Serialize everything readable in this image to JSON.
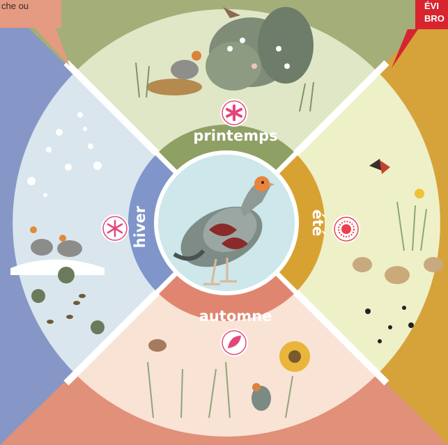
{
  "callouts": {
    "top_left": "che ou",
    "top_right_line1": "ÉVI",
    "top_right_line2": "BRO"
  },
  "seasons": {
    "spring": {
      "label": "printemps",
      "icon": "flower-icon"
    },
    "summer": {
      "label": "été",
      "icon": "sun-icon"
    },
    "autumn": {
      "label": "automne",
      "icon": "leaf-icon"
    },
    "winter": {
      "label": "hiver",
      "icon": "snowflake-icon"
    }
  },
  "colors": {
    "spring_outer": "#a4ae78",
    "spring_inner": "#dfe7c7",
    "spring_band": "#8fa064",
    "summer_outer": "#d6a33a",
    "summer_inner": "#eef0c8",
    "summer_band": "#d8a233",
    "autumn_outer": "#e1907a",
    "autumn_inner": "#f9e3d4",
    "autumn_band": "#e08670",
    "winter_outer": "#8697c7",
    "winter_inner": "#d9e6ee",
    "winter_band": "#8095c9",
    "center": "#cde7ea",
    "icon_spring": "#e2467c",
    "icon_summer": "#e8414f",
    "icon_autumn": "#e2467c",
    "icon_winter": "#e2467c"
  }
}
